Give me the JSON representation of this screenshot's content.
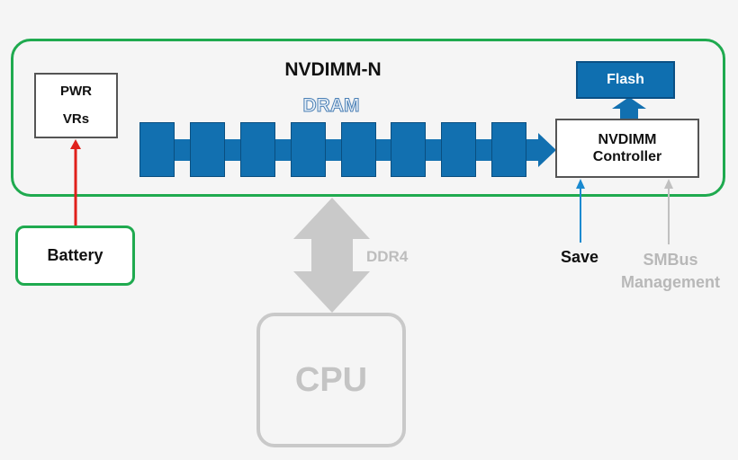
{
  "module": {
    "title": "NVDIMM-N"
  },
  "pwr": {
    "line1": "PWR",
    "line2": "VRs"
  },
  "battery": {
    "label": "Battery"
  },
  "dram": {
    "label": "DRAM",
    "chip_count": 8
  },
  "controller": {
    "line1": "NVDIMM",
    "line2": "Controller"
  },
  "flash": {
    "label": "Flash"
  },
  "signals": {
    "save": "Save",
    "smbus_line1": "SMBus",
    "smbus_line2": "Management"
  },
  "bus": {
    "label": "DDR4"
  },
  "cpu": {
    "label": "CPU"
  },
  "colors": {
    "module_border": "#1faa4f",
    "dram_chip": "#1270b0",
    "flash_fill": "#0f6fb0",
    "battery_wire": "#e0201b",
    "save_wire": "#1a8ad0",
    "muted": "#c9c9c9"
  }
}
